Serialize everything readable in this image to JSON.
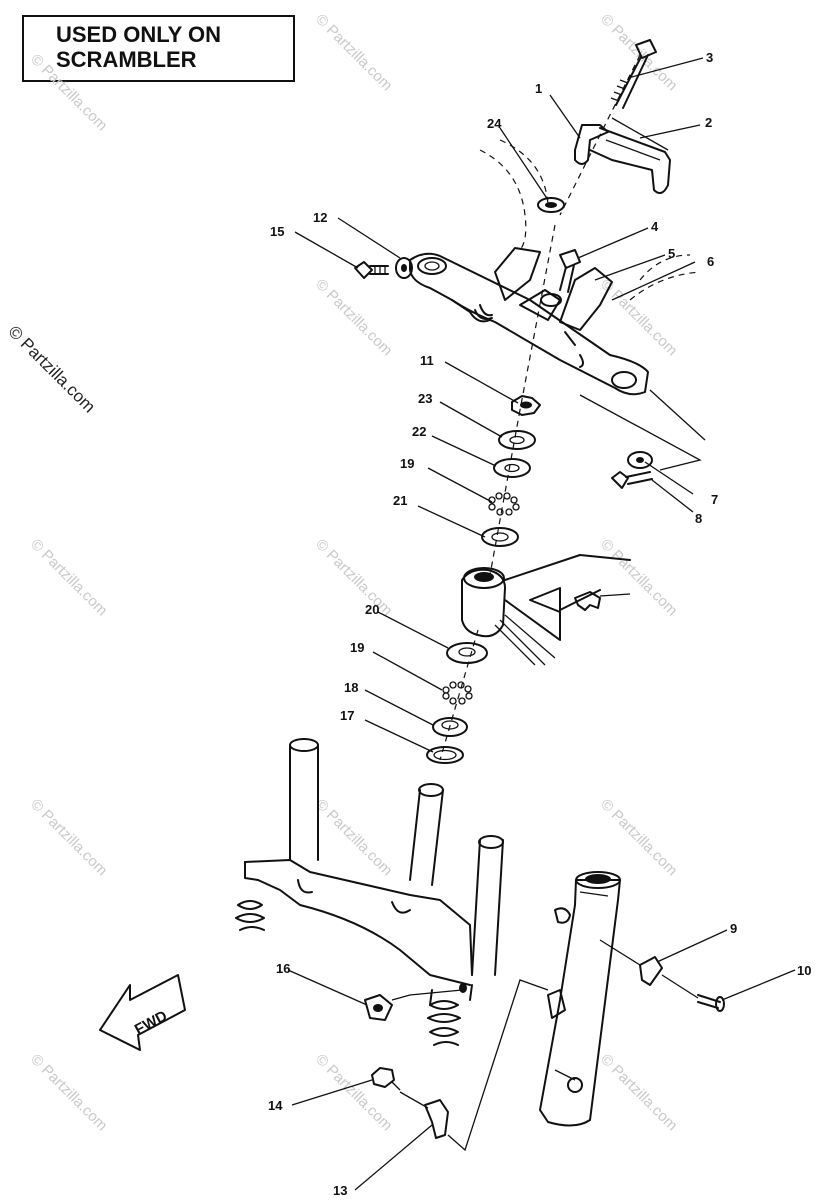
{
  "banner": {
    "line1": "USED ONLY ON",
    "line2": "SCRAMBLER"
  },
  "copyright": "© Partzilla.com",
  "watermark": "© Partzilla.com",
  "fwd_label": "FWD",
  "callouts": [
    {
      "id": "c1",
      "text": "1"
    },
    {
      "id": "c2",
      "text": "2"
    },
    {
      "id": "c3",
      "text": "3"
    },
    {
      "id": "c4",
      "text": "4"
    },
    {
      "id": "c5",
      "text": "5"
    },
    {
      "id": "c6",
      "text": "6"
    },
    {
      "id": "c7",
      "text": "7"
    },
    {
      "id": "c8",
      "text": "8"
    },
    {
      "id": "c9",
      "text": "9"
    },
    {
      "id": "c10",
      "text": "10"
    },
    {
      "id": "c11",
      "text": "11"
    },
    {
      "id": "c12",
      "text": "12"
    },
    {
      "id": "c13",
      "text": "13"
    },
    {
      "id": "c14",
      "text": "14"
    },
    {
      "id": "c15",
      "text": "15"
    },
    {
      "id": "c16",
      "text": "16"
    },
    {
      "id": "c17",
      "text": "17"
    },
    {
      "id": "c18",
      "text": "18"
    },
    {
      "id": "c19a",
      "text": "19"
    },
    {
      "id": "c19b",
      "text": "19"
    },
    {
      "id": "c20",
      "text": "20"
    },
    {
      "id": "c21",
      "text": "21"
    },
    {
      "id": "c22",
      "text": "22"
    },
    {
      "id": "c23",
      "text": "23"
    },
    {
      "id": "c24",
      "text": "24"
    }
  ]
}
